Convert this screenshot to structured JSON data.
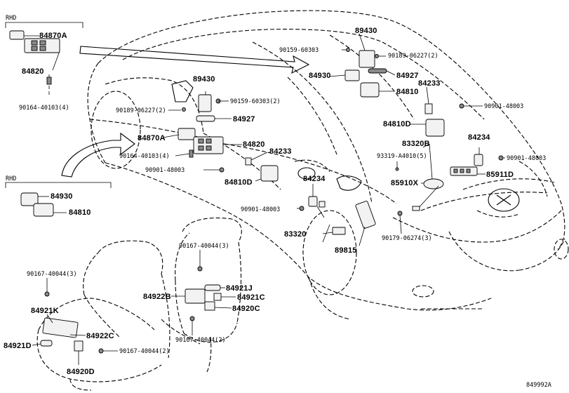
{
  "diagram_id": "849992A",
  "region_labels": {
    "rhd_top": "RHD",
    "rhd_mid": "RHD"
  },
  "labels": {
    "p84870A_rhd": "84870A",
    "p84820_rhd": "84820",
    "b90164_rhd": "90164-40103(4)",
    "p84930_rhd": "84930",
    "p84810_rhd": "84810",
    "p89430_front": "89430",
    "b90159_front": "90159-60303(2)",
    "b90189_front": "90189-06227(2)",
    "p84927_front": "84927",
    "p84870A": "84870A",
    "p84820": "84820",
    "b90164": "90164-40103(4)",
    "p84233_front": "84233",
    "b90901_front": "90901-48003",
    "p84810D_front": "84810D",
    "p89430_rear": "89430",
    "b90159_rear": "90159-60303",
    "b90189_rear": "90189-06227(2)",
    "p84930": "84930",
    "p84927_rear": "84927",
    "p84810": "84810",
    "p84233_rear": "84233",
    "b90901_rear": "90901-48003",
    "p84810D_rear": "84810D",
    "p83320B": "83320B",
    "p84234_right": "84234",
    "b93319": "93319-A4010(5)",
    "b90901_right": "90901-48003",
    "p85911D": "85911D",
    "p85910X": "85910X",
    "p84234_center": "84234",
    "b90901_center": "90901-48003",
    "p83320": "83320",
    "b90179": "90179-06274(3)",
    "p89815": "89815",
    "b90167_seat_right": "90167-40044(3)",
    "p84921J": "84921J",
    "p84922B": "84922B",
    "p84921C": "84921C",
    "p84920C": "84920C",
    "b90167_seat_bottom": "90167-40044(2)",
    "b90167_seat_left": "90167-40044(3)",
    "p84921K": "84921K",
    "p84922C": "84922C",
    "p84921D": "84921D",
    "b90167_seat_lower": "90167-40044(2)",
    "p84920D": "84920D"
  }
}
